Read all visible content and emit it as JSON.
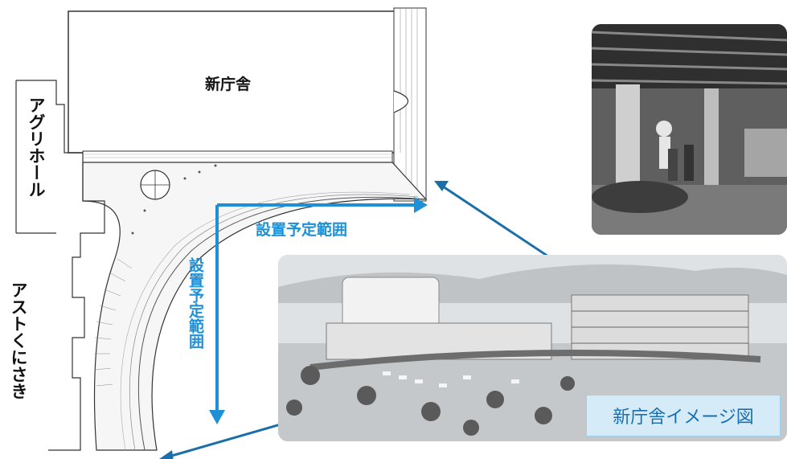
{
  "labels": {
    "new_building": "新庁舎",
    "agri_hall": "アグリホール",
    "astokunisaki": "アストくにさき",
    "install_range_h": "設置予定範囲",
    "install_range_v": "設置予定範囲",
    "image_caption": "新庁舎イメージ図"
  },
  "colors": {
    "range_arrow": "#1e90d6",
    "pointer_arrow": "#1b6fa8",
    "caption_bg": "#d5ecf8",
    "caption_text": "#1a6fb0"
  }
}
